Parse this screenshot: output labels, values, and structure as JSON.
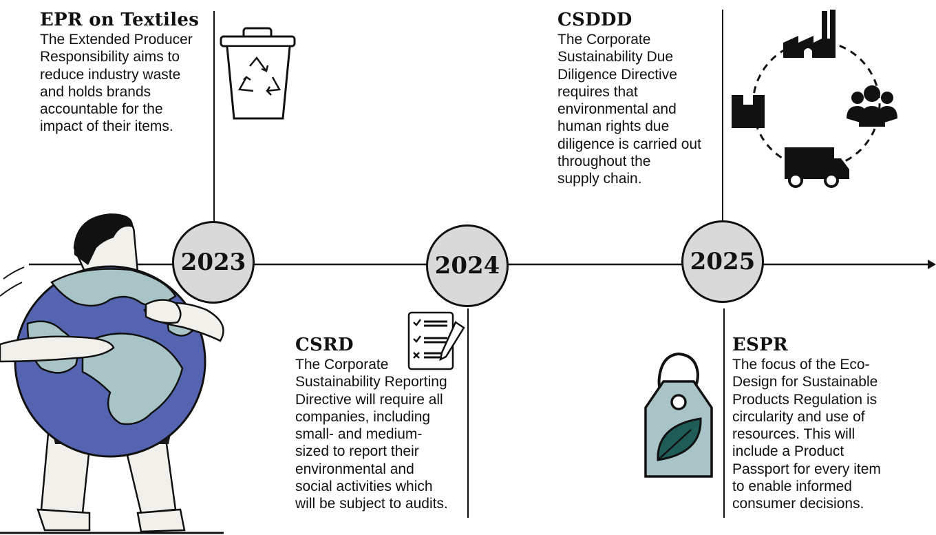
{
  "events": [
    {
      "id": "epr",
      "title": "EPR on Textiles",
      "lines": [
        "The Extended Producer",
        "Responsibility aims to",
        "reduce industry waste",
        "and holds brands",
        "accountable for the",
        "impact of their items."
      ],
      "icon": "recycle-bin-icon"
    },
    {
      "id": "csrd",
      "title": "CSRD",
      "lines": [
        "The Corporate",
        "Sustainability Reporting",
        "Directive will require all",
        "companies, including",
        "small- and medium-",
        "sized to report their",
        "environmental and",
        "social activities which",
        "will be subject to audits."
      ],
      "icon": "checklist-pencil-icon"
    },
    {
      "id": "csddd",
      "title": "CSDDD",
      "lines": [
        "The Corporate",
        "Sustainability Due",
        "Diligence Directive",
        "requires that",
        "environmental and",
        "human rights due",
        "diligence is carried out",
        "throughout the",
        "supply chain."
      ],
      "icon": "supply-chain-cycle-icon"
    },
    {
      "id": "espr",
      "title": "ESPR",
      "lines": [
        "The focus of the Eco-",
        "Design for Sustainable",
        "Products Regulation is",
        "circularity and use of",
        "resources. This will",
        "include a Product",
        "Passport for every item",
        "to enable informed",
        "consumer decisions."
      ],
      "icon": "eco-tag-icon"
    }
  ],
  "years": [
    "2023",
    "2024",
    "2025"
  ],
  "illustration": "person-hugging-globe",
  "colors": {
    "ocean": "#5464b0",
    "land": "#a9c4c6",
    "circle_fill": "#d9d9d9",
    "tag_fill": "#a9c4c6",
    "leaf": "#1f5b57",
    "ink": "#111111"
  }
}
